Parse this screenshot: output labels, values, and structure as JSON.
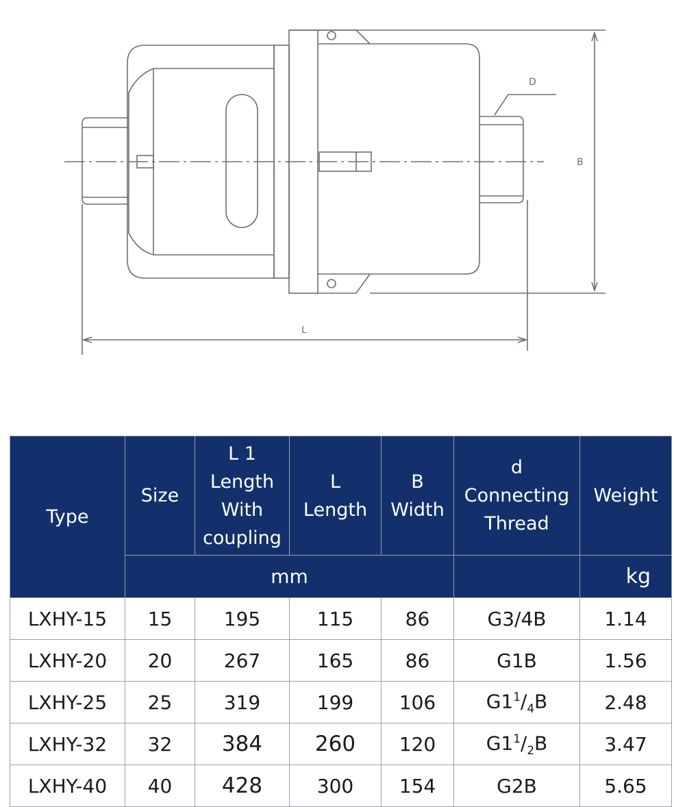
{
  "drawing": {
    "labels": {
      "d": "D",
      "b": "B",
      "l": "L"
    }
  },
  "table": {
    "headers": {
      "type": "Type",
      "size": "Size",
      "l1": [
        "L 1",
        "Length",
        "With",
        "coupling"
      ],
      "l": [
        "L",
        "Length"
      ],
      "b": [
        "B",
        "Width"
      ],
      "d": [
        "d",
        "Connecting",
        "Thread"
      ],
      "weight": "Weight"
    },
    "units": {
      "mm": "mm",
      "kg": "kg"
    },
    "rows": [
      {
        "type": "LXHY-15",
        "size": "15",
        "l1": "195",
        "l": "115",
        "b": "86",
        "thread": "G3/4B",
        "weight": "1.14"
      },
      {
        "type": "LXHY-20",
        "size": "20",
        "l1": "267",
        "l": "165",
        "b": "86",
        "thread": "G1B",
        "weight": "1.56"
      },
      {
        "type": "LXHY-25",
        "size": "25",
        "l1": "319",
        "l": "199",
        "b": "106",
        "thread_main": "G1",
        "thread_sup": "1",
        "thread_sub": "4",
        "thread_tail": "B",
        "weight": "2.48"
      },
      {
        "type": "LXHY-32",
        "size": "32",
        "l1": "384",
        "l": "260",
        "b": "120",
        "thread_main": "G1",
        "thread_sup": "1",
        "thread_sub": "2",
        "thread_tail": "B",
        "weight": "3.47"
      },
      {
        "type": "LXHY-40",
        "size": "40",
        "l1": "428",
        "l": "300",
        "b": "154",
        "thread": "G2B",
        "weight": "5.65"
      }
    ],
    "colors": {
      "header_bg": "#14306c",
      "grid": "#9aa0a8"
    }
  }
}
